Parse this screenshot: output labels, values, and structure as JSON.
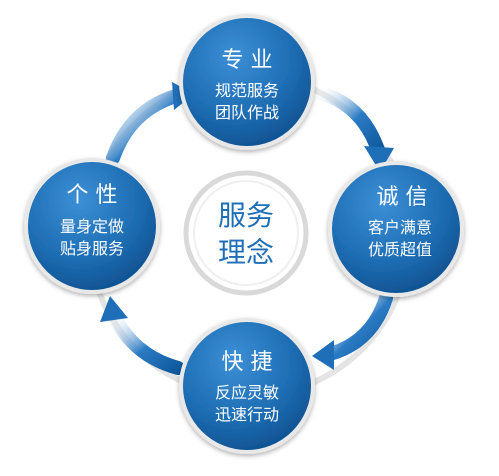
{
  "center": {
    "line1": "服务",
    "line2": "理念"
  },
  "nodes": [
    {
      "id": "top",
      "title": "专 业",
      "line1": "规范服务",
      "line2": "团队作战"
    },
    {
      "id": "right",
      "title": "诚 信",
      "line1": "客户满意",
      "line2": "优质超值"
    },
    {
      "id": "bottom",
      "title": "快 捷",
      "line1": "反应灵敏",
      "line2": "迅速行动"
    },
    {
      "id": "left",
      "title": "个 性",
      "line1": "量身定做",
      "line2": "贴身服务"
    }
  ],
  "colors": {
    "node_fill": "#1e6db3",
    "node_dark": "#0d4f8e",
    "arrow": "#1f6fb8",
    "ring": "#dedede",
    "center_text": "#1f6fb8",
    "text_light": "#ffffff"
  }
}
